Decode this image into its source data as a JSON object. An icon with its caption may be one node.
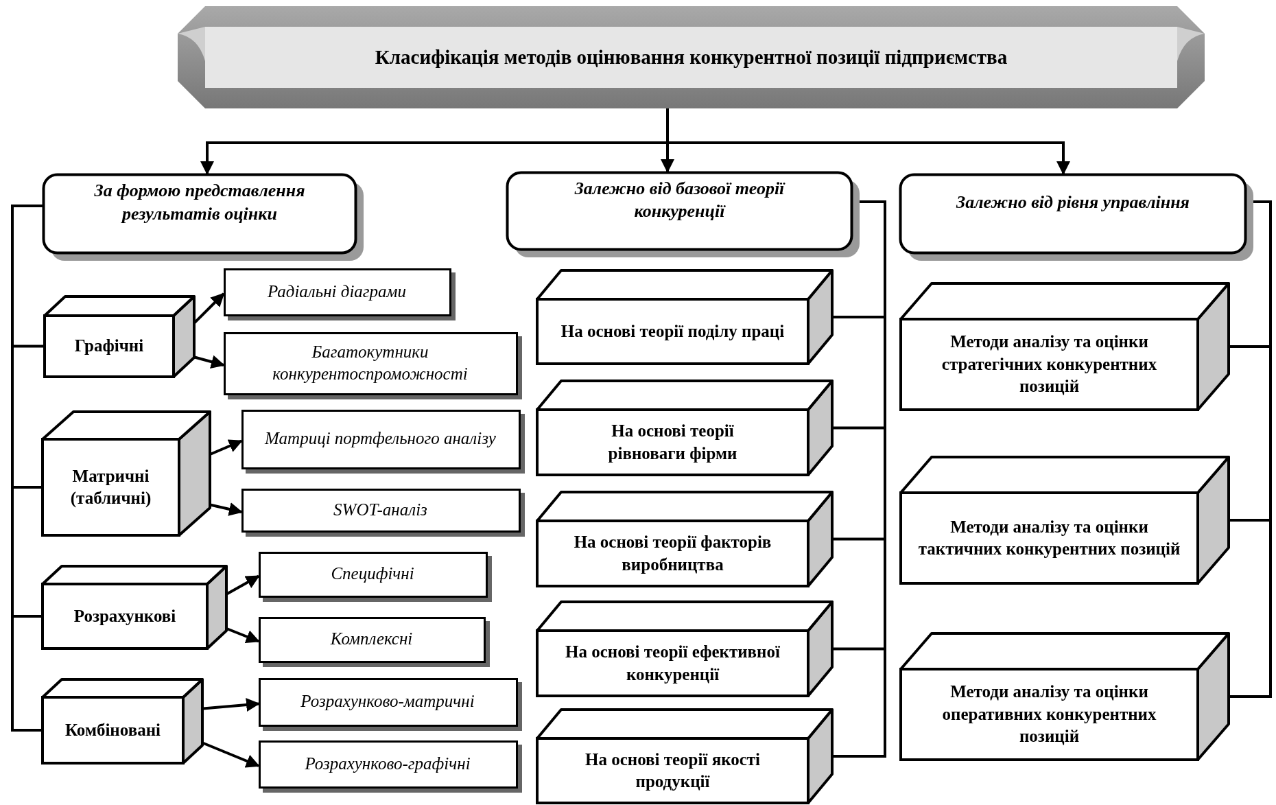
{
  "diagram": {
    "nodes": [
      {
        "text": [
          "Класифікація методів оцінювання конкурентної позиції підприємства"
        ]
      },
      {
        "text": [
          "За формою представлення результатів оцінки"
        ]
      },
      {
        "text": [
          "Залежно від базової теорії конкуренції"
        ]
      },
      {
        "text": [
          "Залежно від рівня управління"
        ]
      },
      {
        "text": [
          "Графічні"
        ]
      },
      {
        "text": [
          "Радіальні діаграми"
        ]
      },
      {
        "text": [
          "Багатокутники конкурентоспроможності"
        ]
      },
      {
        "text": [
          "Матричні (табличні)"
        ]
      },
      {
        "text": [
          "Матриці портфельного аналізу"
        ]
      },
      {
        "text": [
          "SWOT-аналіз"
        ]
      },
      {
        "text": [
          "Розрахункові"
        ]
      },
      {
        "text": [
          "Специфічні"
        ]
      },
      {
        "text": [
          "Комплексні"
        ]
      },
      {
        "text": [
          "Комбіновані"
        ]
      },
      {
        "text": [
          "Розрахунково-матричні"
        ]
      },
      {
        "text": [
          "Розрахунково-графічні"
        ]
      },
      {
        "text": [
          "На основі теорії поділу праці"
        ]
      },
      {
        "text": [
          "На основі теорії рівноваги фірми"
        ]
      },
      {
        "text": [
          "На основі теорії факторів виробництва"
        ]
      },
      {
        "text": [
          "На основі теорії ефективної конкуренції"
        ]
      },
      {
        "text": [
          "На основі теорії якості продукції"
        ]
      },
      {
        "text": [
          "Методи аналізу та оцінки стратегічних конкурентних позицій"
        ]
      },
      {
        "text": [
          "Методи аналізу та оцінки тактичних конкурентних позицій"
        ]
      },
      {
        "text": [
          "Методи аналізу та оцінки оперативних конкурентних позицій"
        ]
      }
    ],
    "edges": [
      {
        "from": 0,
        "to": 1,
        "arrow": "to"
      },
      {
        "from": 0,
        "to": 2,
        "arrow": "to"
      },
      {
        "from": 0,
        "to": 3,
        "arrow": "to"
      },
      {
        "from": 1,
        "to": 4,
        "arrow": "none"
      },
      {
        "from": 1,
        "to": 7,
        "arrow": "none"
      },
      {
        "from": 1,
        "to": 10,
        "arrow": "none"
      },
      {
        "from": 1,
        "to": 13,
        "arrow": "none"
      },
      {
        "from": 4,
        "to": 5,
        "arrow": "to"
      },
      {
        "from": 4,
        "to": 6,
        "arrow": "to"
      },
      {
        "from": 7,
        "to": 8,
        "arrow": "to"
      },
      {
        "from": 7,
        "to": 9,
        "arrow": "to"
      },
      {
        "from": 10,
        "to": 11,
        "arrow": "to"
      },
      {
        "from": 10,
        "to": 12,
        "arrow": "to"
      },
      {
        "from": 13,
        "to": 14,
        "arrow": "to"
      },
      {
        "from": 13,
        "to": 15,
        "arrow": "to"
      },
      {
        "from": 2,
        "to": 16,
        "arrow": "none"
      },
      {
        "from": 2,
        "to": 17,
        "arrow": "none"
      },
      {
        "from": 2,
        "to": 18,
        "arrow": "none"
      },
      {
        "from": 2,
        "to": 19,
        "arrow": "none"
      },
      {
        "from": 2,
        "to": 20,
        "arrow": "none"
      },
      {
        "from": 3,
        "to": 21,
        "arrow": "none"
      },
      {
        "from": 3,
        "to": 22,
        "arrow": "none"
      },
      {
        "from": 3,
        "to": 23,
        "arrow": "none"
      }
    ]
  }
}
